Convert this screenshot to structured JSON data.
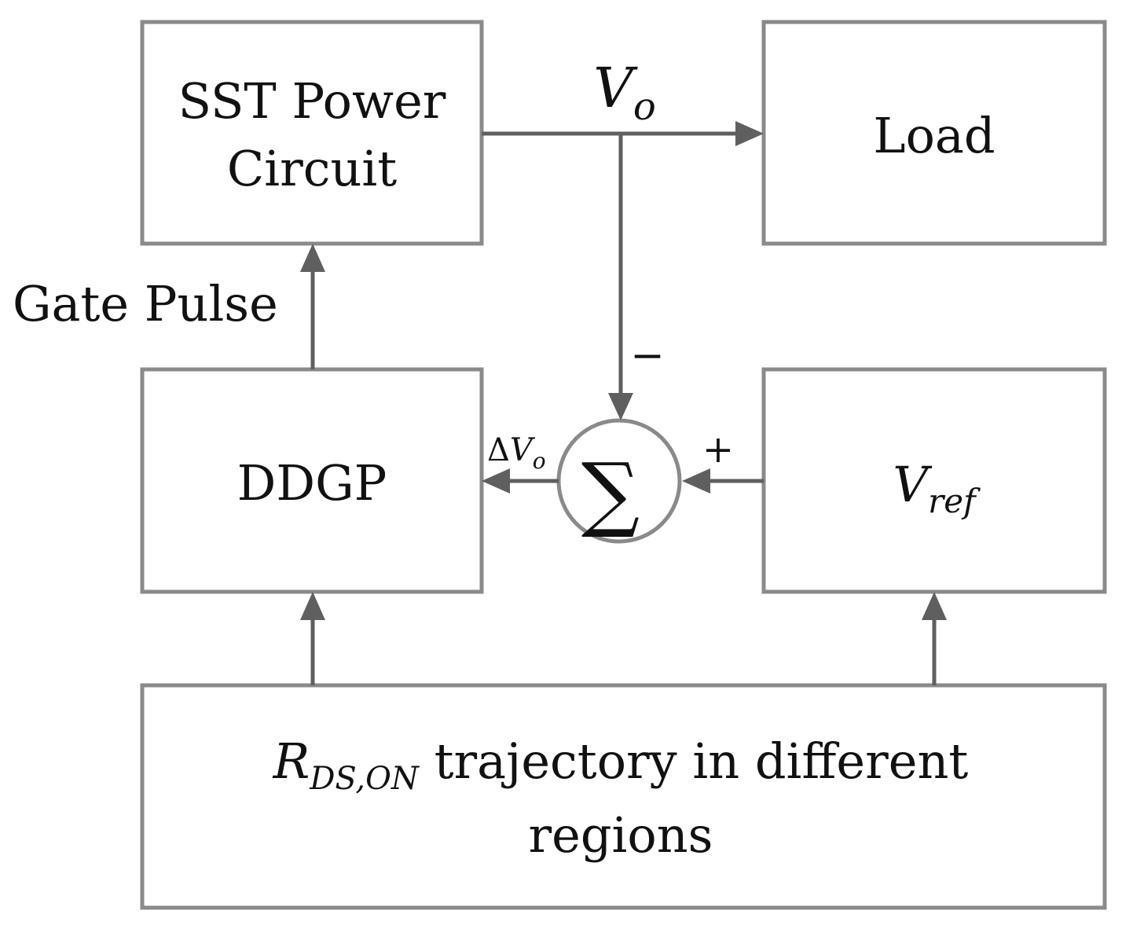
{
  "blocks": {
    "sst": {
      "line1": "SST Power",
      "line2": "Circuit"
    },
    "load": {
      "label": "Load"
    },
    "ddgp": {
      "label": "DDGP"
    },
    "vref": {
      "main": "V",
      "sub": "ref"
    },
    "rds": {
      "main": "R",
      "sub": "DS,ON",
      "rest": " trajectory in different",
      "line2": "regions"
    }
  },
  "signals": {
    "vo": {
      "main": "V",
      "sub": "o"
    },
    "gate_pulse": "Gate Pulse",
    "delta_vo": {
      "delta": "Δ",
      "main": "V",
      "sub": "o"
    },
    "minus_sign": "−",
    "plus_sign": "+",
    "sum_symbol": "∑"
  }
}
